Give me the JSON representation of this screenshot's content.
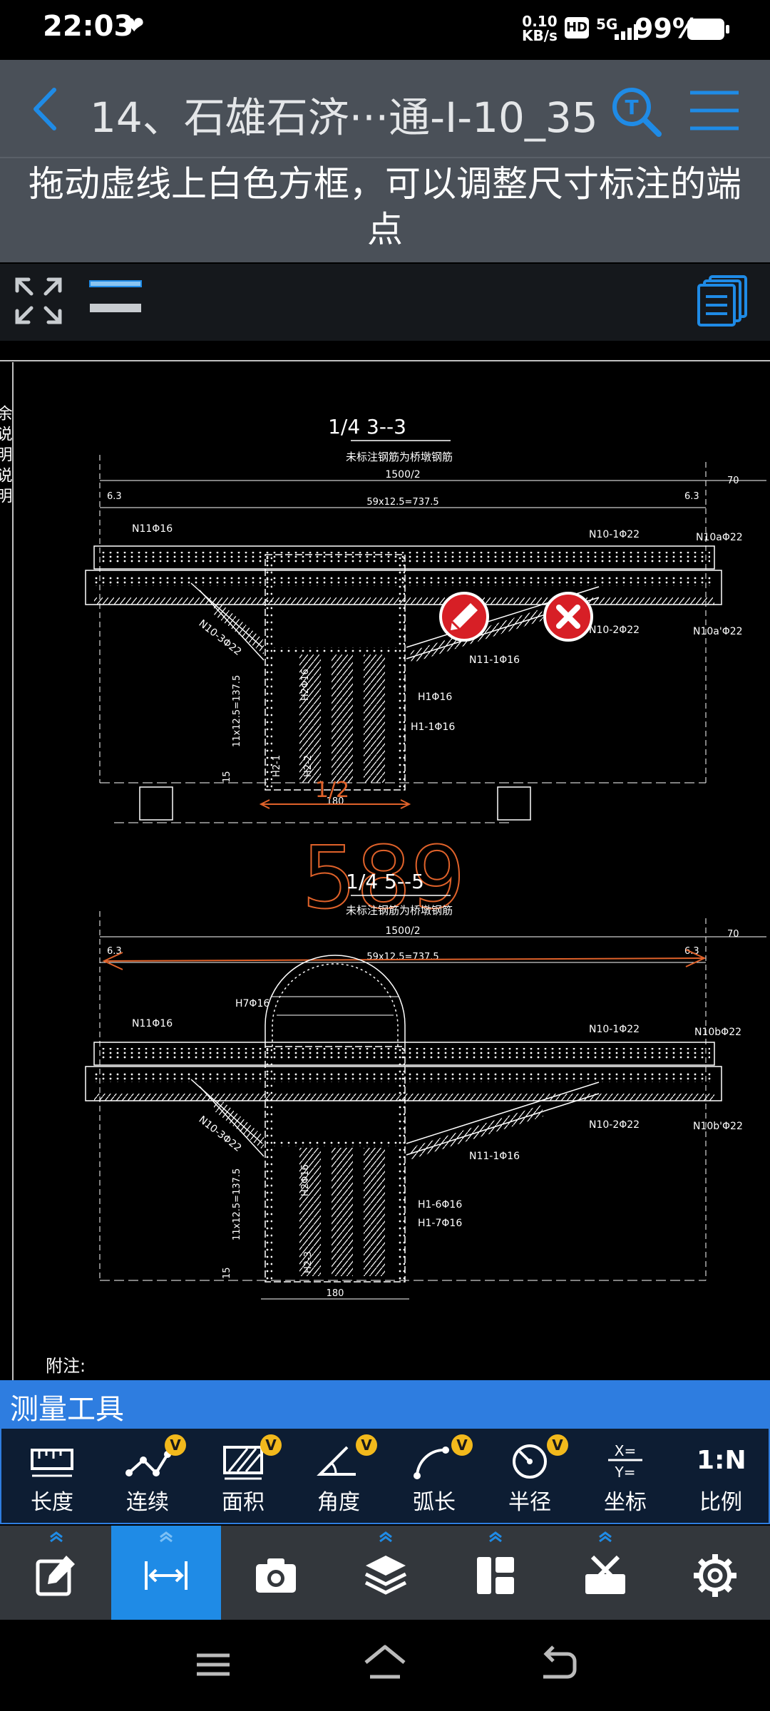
{
  "status_bar": {
    "time": "22:03",
    "heart": "❤",
    "net_speed_value": "0.10",
    "net_speed_unit": "KB/s",
    "hd": "HD",
    "network": "5G",
    "battery": "99%"
  },
  "title_bar": {
    "title": "14、石雄石济···通-I-10_35",
    "back_icon": "chevron-left",
    "search_icon": "text-search",
    "menu_icon": "hamburger"
  },
  "tip": {
    "text": "拖动虚线上白色方框，可以调整尺寸标注的端点"
  },
  "drawing": {
    "section1": {
      "title": "1/4 3--3",
      "subtitle": "未标注钢筋为桥墩钢筋",
      "dim_total": "1500/2",
      "dim_spacing": "59x12.5=737.5",
      "dim_edge_left": "6.3",
      "dim_edge_right": "6.3",
      "dim_right": "70",
      "labels": [
        "N11Φ16",
        "N10-1Φ22",
        "N10aΦ22",
        "N10-2Φ22",
        "N10a'Φ22",
        "N10-3Φ22",
        "N11-1Φ16",
        "H1Φ16",
        "H1-1Φ16",
        "H2Φ16",
        "H2-1",
        "H2-2",
        "11x12.5=137.5",
        "15",
        "180"
      ],
      "measure_label": "1/2"
    },
    "section2": {
      "title": "1/4 5--5",
      "subtitle": "未标注钢筋为桥墩钢筋",
      "dim_total": "1500/2",
      "dim_spacing": "59x12.5=737.5",
      "dim_edge_left": "6.3",
      "dim_edge_right": "6.3",
      "dim_right": "70",
      "labels": [
        "H7Φ16",
        "N11Φ16",
        "N10-1Φ22",
        "N10bΦ22",
        "N10-2Φ22",
        "N10b'Φ22",
        "N10-3Φ22",
        "N11-1Φ16",
        "H1-6Φ16",
        "H1-7Φ16",
        "H2Φ16",
        "H2-3",
        "11x12.5=137.5",
        "15",
        "180"
      ],
      "measure_value": "589"
    },
    "note": "附注:",
    "side_text": "余 说 明 说 明",
    "cad_line_color": "#ffffff",
    "measure_color": "#e0622a"
  },
  "measure_panel": {
    "title": "测量工具",
    "tools": [
      {
        "label": "长度",
        "icon": "ruler-icon",
        "vip": false
      },
      {
        "label": "连续",
        "icon": "polyline-icon",
        "vip": true
      },
      {
        "label": "面积",
        "icon": "area-icon",
        "vip": true
      },
      {
        "label": "角度",
        "icon": "angle-icon",
        "vip": true
      },
      {
        "label": "弧长",
        "icon": "arc-icon",
        "vip": true
      },
      {
        "label": "半径",
        "icon": "radius-icon",
        "vip": true
      },
      {
        "label": "坐标",
        "icon": "coordinate-icon",
        "vip": false
      },
      {
        "label": "比例",
        "icon": "scale-icon",
        "vip": false
      }
    ],
    "vip_badge": "V",
    "scale_glyph": "1:N"
  },
  "bottom_nav": {
    "items": [
      "edit",
      "measure",
      "camera",
      "layers",
      "layout",
      "tools",
      "settings"
    ],
    "active": "measure"
  },
  "colors": {
    "accent": "#1f8be6",
    "header_bg": "#4a5058",
    "badge": "#f2b91c",
    "pin": "#d71f26"
  }
}
